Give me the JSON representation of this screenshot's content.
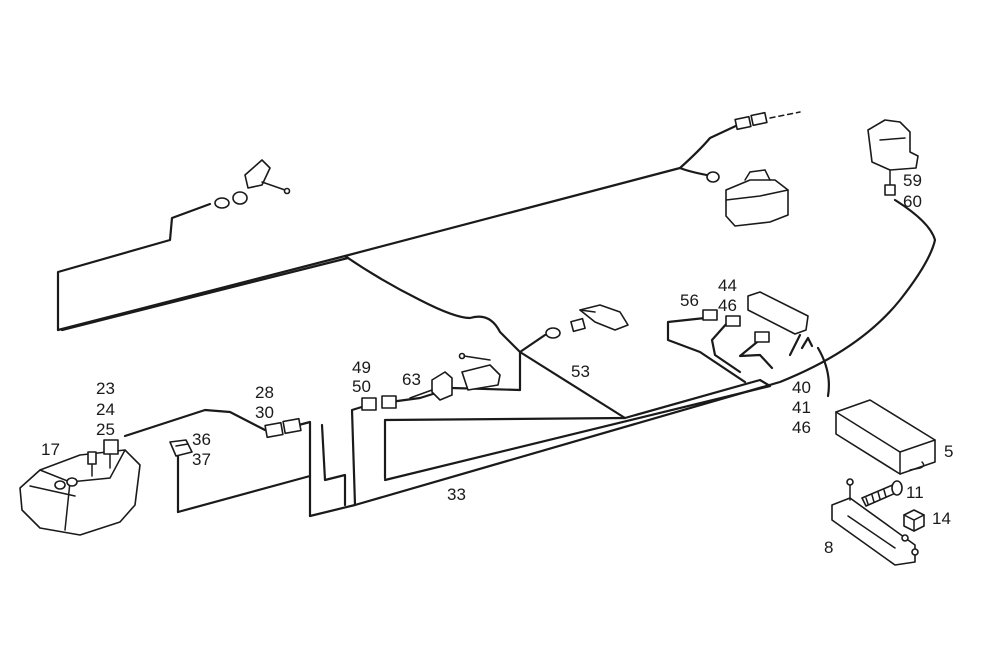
{
  "labels": {
    "l5": "5",
    "l8": "8",
    "l11": "11",
    "l14": "14",
    "l17": "17",
    "l23": "23",
    "l24": "24",
    "l25": "25",
    "l28": "28",
    "l30": "30",
    "l33": "33",
    "l36": "36",
    "l37": "37",
    "l40": "40",
    "l41": "41",
    "l44": "44",
    "l46a": "46",
    "l46b": "46",
    "l49": "49",
    "l50": "50",
    "l53": "53",
    "l56": "56",
    "l59": "59",
    "l60": "60",
    "l63": "63"
  }
}
